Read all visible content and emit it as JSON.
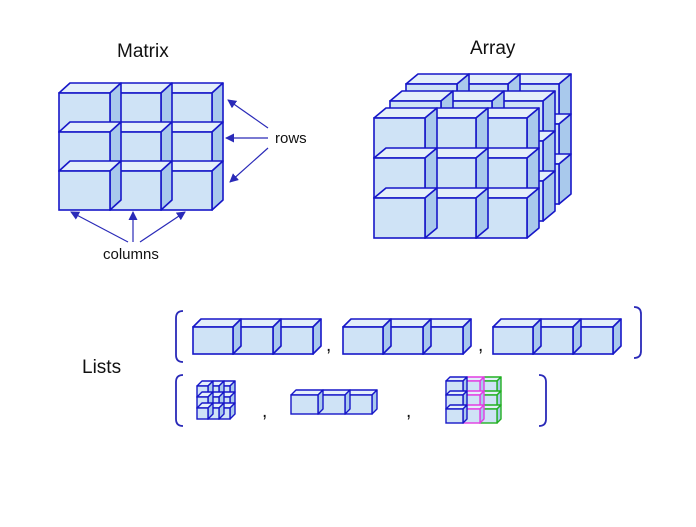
{
  "labels": {
    "matrix": "Matrix",
    "array": "Array",
    "rows": "rows",
    "columns": "columns",
    "lists": "Lists"
  },
  "list_separator": ",",
  "colors": {
    "cube_front": "#cfe3f6",
    "cube_top": "#e4effa",
    "cube_side": "#a9c9ec",
    "cube_edge": "#1717c8",
    "arrow": "#2a2ab8",
    "bracket": "#2a2ab8",
    "highlight_magenta": "#e23de2",
    "highlight_green": "#22b022"
  },
  "structures": {
    "matrix": {
      "rows": 3,
      "columns": 3
    },
    "array": {
      "rows": 3,
      "columns": 3,
      "layers": 3
    },
    "list_row_1": [
      {
        "cells": 3
      },
      {
        "cells": 3
      },
      {
        "cells": 3
      }
    ],
    "list_row_2": [
      {
        "kind": "matrix",
        "rows": 3,
        "columns": 3
      },
      {
        "kind": "vector",
        "cells": 3
      },
      {
        "kind": "array",
        "rows": 3,
        "columns": 3,
        "highlighted_columns": [
          "highlight_magenta",
          "highlight_green"
        ]
      }
    ]
  }
}
